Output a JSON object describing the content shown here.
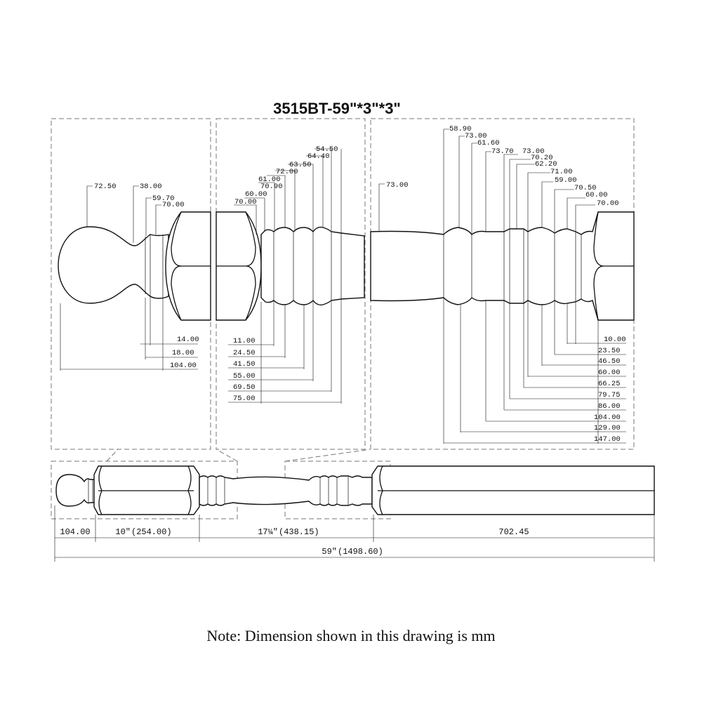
{
  "title": "3515BT-59\"*3\"*3\"",
  "note": "Note: Dimension shown in this drawing is mm",
  "detail_left": {
    "diameters": [
      "72.50",
      "38.00",
      "59.70",
      "70.00"
    ],
    "lengths": [
      "14.00",
      "18.00",
      "104.00"
    ]
  },
  "detail_middle": {
    "diameters": [
      "70.00",
      "60.00",
      "61.00",
      "70.90",
      "72.00",
      "63.50",
      "64.40",
      "54.50"
    ],
    "lengths": [
      "11.00",
      "24.50",
      "41.50",
      "55.00",
      "69.50",
      "75.00"
    ]
  },
  "detail_right": {
    "top_diameter": "73.00",
    "diameters": [
      "58.90",
      "73.00",
      "61.60",
      "73.70",
      "73.00",
      "70.20",
      "62.20",
      "71.00",
      "59.00",
      "70.50",
      "60.00",
      "70.00"
    ],
    "lengths": [
      "10.00",
      "23.50",
      "46.50",
      "60.00",
      "66.25",
      "79.75",
      "86.00",
      "104.00",
      "129.00",
      "147.00"
    ]
  },
  "overall": {
    "seg1": "104.00",
    "seg2_in": "10\"",
    "seg2_mm": "(254.00)",
    "seg3_in": "17¼\"",
    "seg3_mm": "(438.15)",
    "seg4": "702.45",
    "total_in": "59\"",
    "total_mm": "(1498.60)"
  }
}
